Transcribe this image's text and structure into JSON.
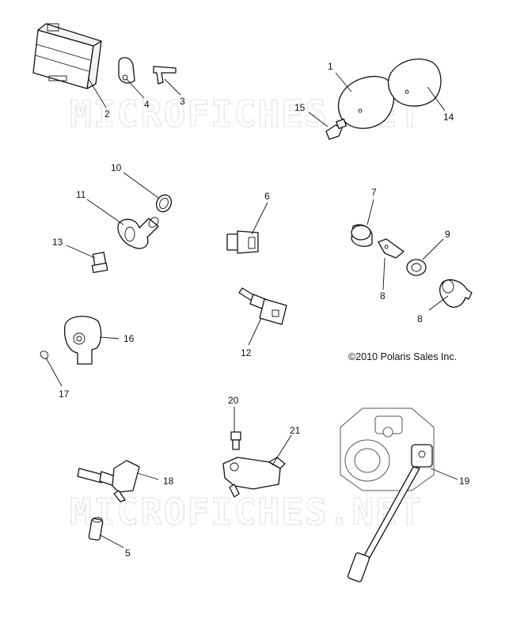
{
  "watermark": {
    "top": "MICROFICHES.NET",
    "bottom": "MICROFICHES.NET"
  },
  "copyright": "©2010 Polaris Sales Inc.",
  "callouts": {
    "c1": "1",
    "c2": "2",
    "c3": "3",
    "c4": "4",
    "c5": "5",
    "c6": "6",
    "c7": "7",
    "c8a": "8",
    "c8b": "8",
    "c9": "9",
    "c10": "10",
    "c11": "11",
    "c12": "12",
    "c13": "13",
    "c14": "14",
    "c15": "15",
    "c16": "16",
    "c17": "17",
    "c18": "18",
    "c19": "19",
    "c20": "20",
    "c21": "21"
  }
}
